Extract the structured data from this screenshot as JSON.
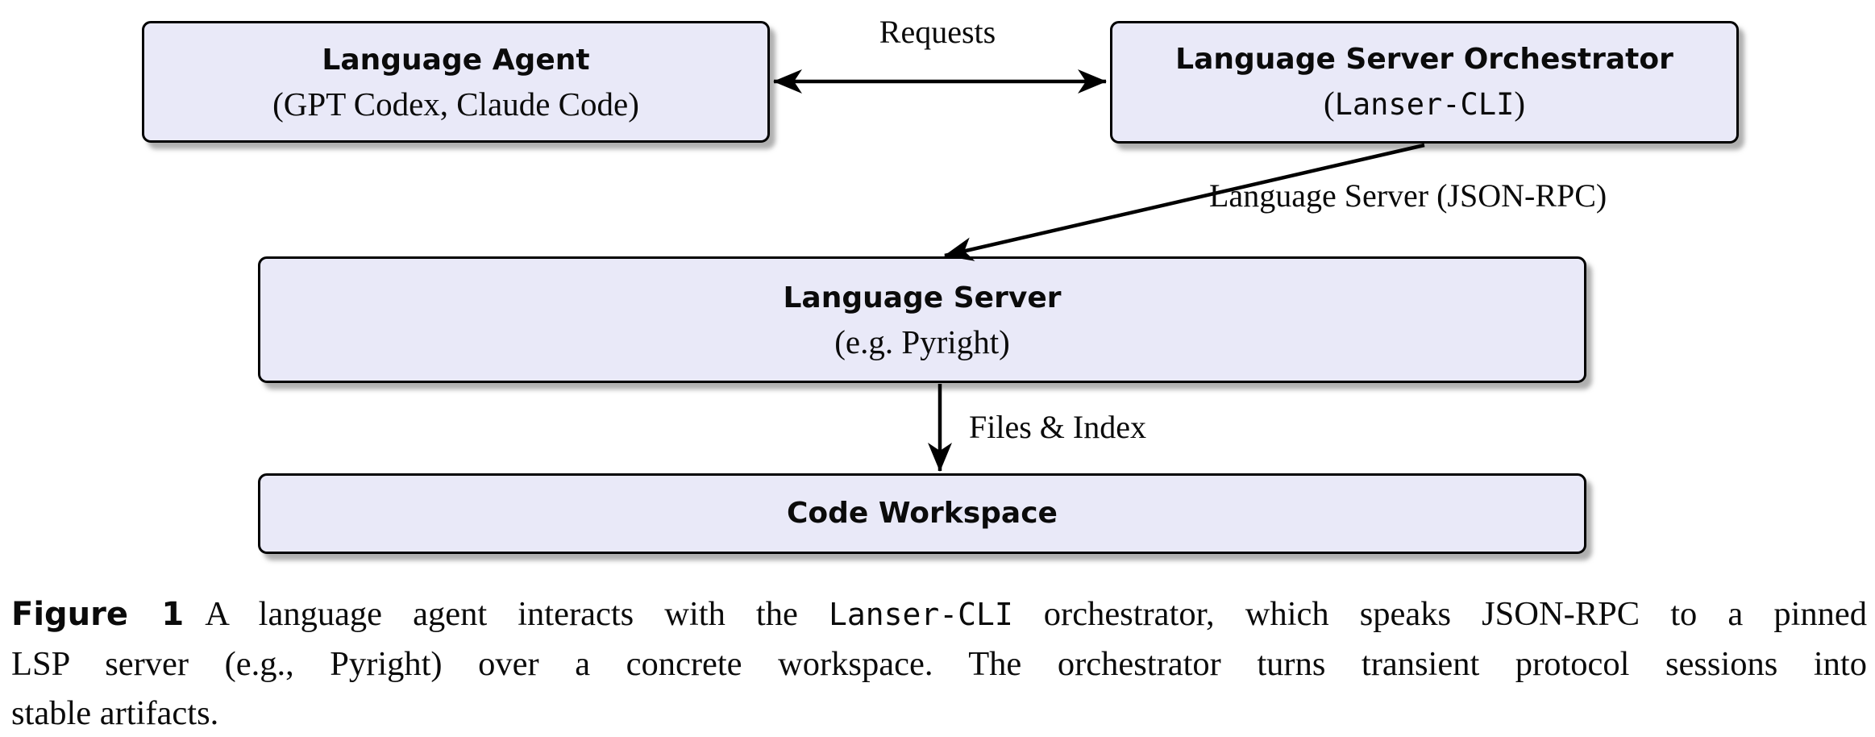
{
  "figure": {
    "nodes": {
      "language_agent": {
        "title": "Language Agent",
        "subtitle": "(GPT Codex, Claude Code)"
      },
      "orchestrator": {
        "title": "Language Server Orchestrator",
        "subtitle_open": "(",
        "subtitle_code": "Lanser-CLI",
        "subtitle_close": ")"
      },
      "language_server": {
        "title": "Language Server",
        "subtitle": "(e.g. Pyright)"
      },
      "code_workspace": {
        "title": "Code Workspace"
      }
    },
    "edges": {
      "requests": {
        "label": "Requests"
      },
      "jsonrpc": {
        "label": "Language Server (JSON-RPC)"
      },
      "files_index": {
        "label": "Files & Index"
      }
    },
    "colors": {
      "node_fill": "#E9E9F8",
      "node_border": "#000000",
      "arrow": "#000000",
      "shadow": "rgba(110,110,110,0.55)",
      "text": "#0b0b0b"
    }
  },
  "caption": {
    "tag": "Figure 1",
    "line1_pre": "A language agent interacts with the ",
    "line1_code": "Lanser-CLI",
    "line1_post": " orchestrator, which speaks JSON-RPC to a pinned",
    "line2": "LSP server (e.g., Pyright) over a concrete workspace. The orchestrator turns transient protocol sessions into",
    "line3": "stable artifacts."
  }
}
